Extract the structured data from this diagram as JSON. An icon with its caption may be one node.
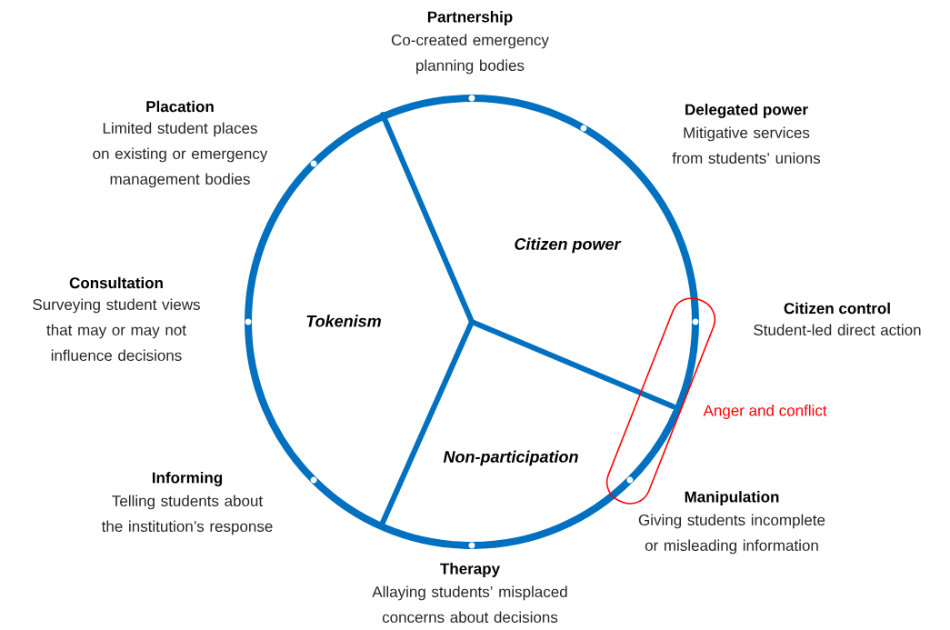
{
  "diagram": {
    "nodes": [
      {
        "text": [],
        "shape": "box",
        "beside": [
          "Anger and conflict"
        ]
      }
    ],
    "labels": [
      "Partnership",
      "Co-created emergency planning bodies",
      "Placation",
      "Limited student places on existing or emergency management bodies",
      "Delegated power",
      "Mitigative services from students’ unions",
      "Citizen power",
      "Citizen control",
      "Student-led direct action",
      "Consultation",
      "Surveying student views that may or may not influence decisions",
      "Tokenism",
      "Informing",
      "Telling students about the institution’s response",
      "Non-participation",
      "Manipulation",
      "Giving students incomplete or misleading information",
      "Therapy",
      "Allaying students’ misplaced concerns about decisions"
    ]
  }
}
